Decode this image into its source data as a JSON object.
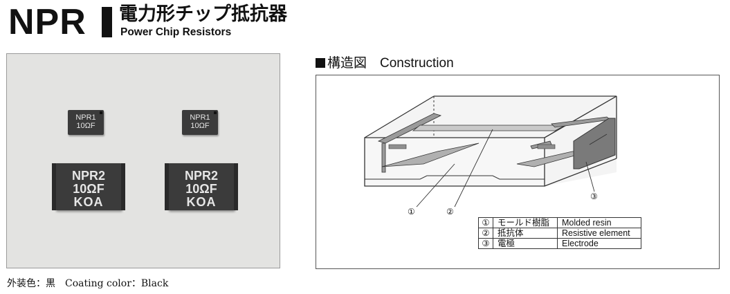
{
  "header": {
    "series": "NPR",
    "title_jp": "電力形チップ抵抗器",
    "title_en": "Power Chip Resistors"
  },
  "photo": {
    "small_chips": [
      {
        "line1": "NPR1",
        "line2": "10ΩF"
      },
      {
        "line1": "NPR1",
        "line2": "10ΩF"
      }
    ],
    "large_chips": [
      {
        "line1": "NPR2",
        "line2": "10ΩF",
        "line3": "KOA"
      },
      {
        "line1": "NPR2",
        "line2": "10ΩF",
        "line3": "KOA"
      }
    ],
    "caption": "外装色：黒　Coating color：Black"
  },
  "construction": {
    "title": "構造図　Construction",
    "callouts": [
      "①",
      "②",
      "③"
    ],
    "legend": [
      {
        "num": "①",
        "jp": "モールド樹脂",
        "en": "Molded resin"
      },
      {
        "num": "②",
        "jp": "抵抗体",
        "en": "Resistive element"
      },
      {
        "num": "③",
        "jp": "電極",
        "en": "Electrode"
      }
    ]
  }
}
